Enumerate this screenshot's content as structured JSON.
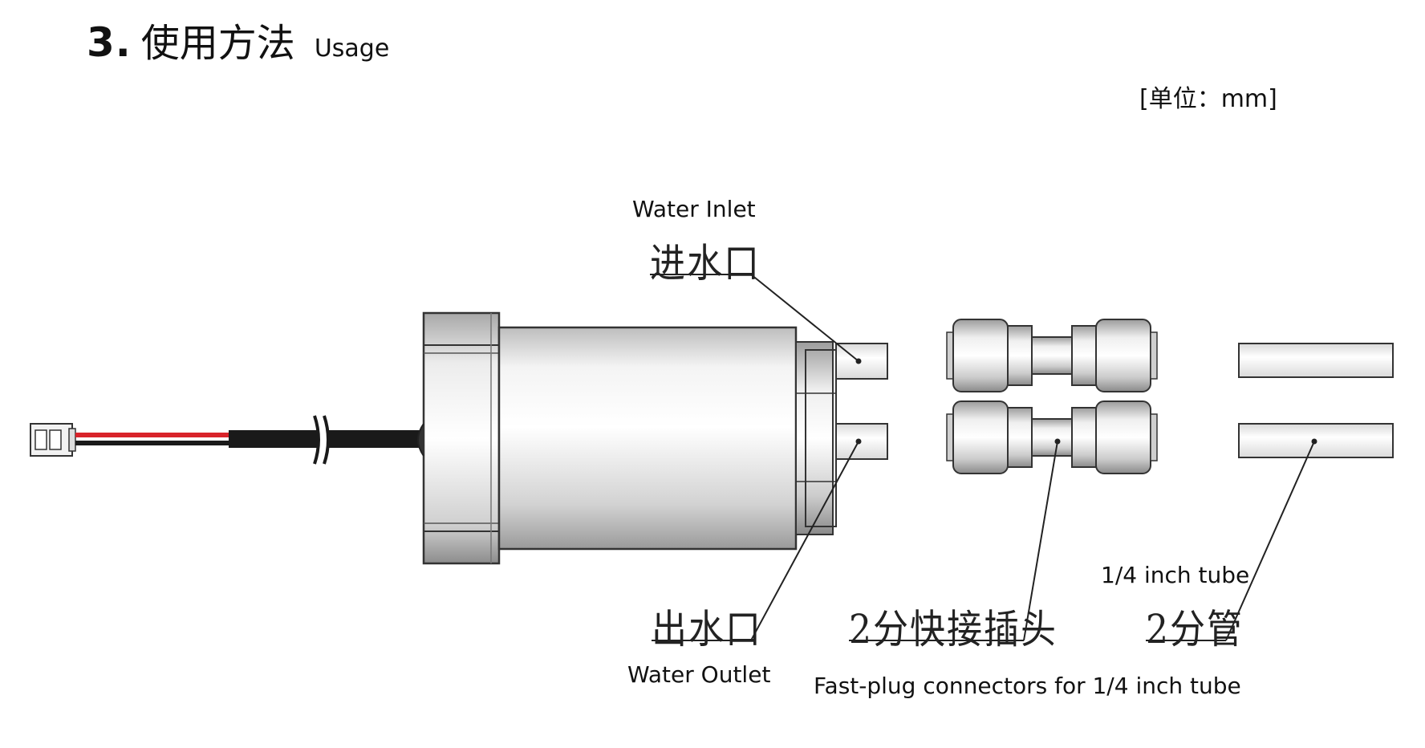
{
  "header": {
    "number": "3.",
    "title_cn": "使用方法",
    "title_en": "Usage",
    "unit": "[单位：mm]"
  },
  "labels": {
    "water_inlet_en": "Water Inlet",
    "water_inlet_cn": "进水口",
    "water_outlet_cn": "出水口",
    "water_outlet_en": "Water Outlet",
    "connector_cn": "2分快接插头",
    "connector_en": "Fast-plug connectors for 1/4 inch tube",
    "tube_en": "1/4 inch tube",
    "tube_cn": "2分管"
  },
  "colors": {
    "red_wire": "#d8232a",
    "black_wire": "#1a1a1a",
    "outline": "#333333"
  }
}
